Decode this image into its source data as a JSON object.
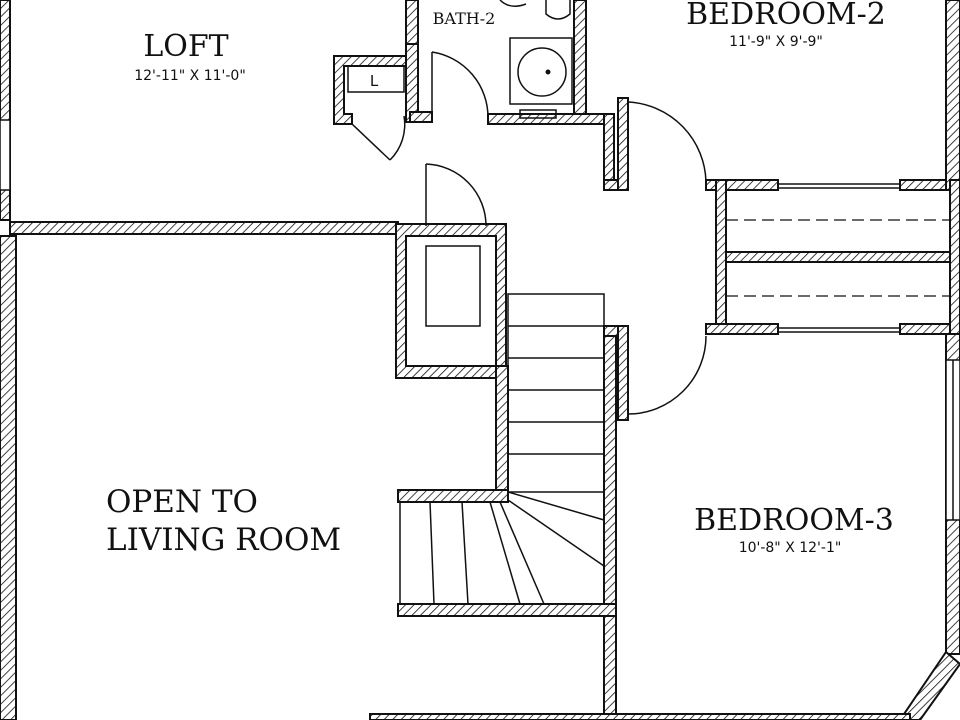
{
  "rooms": {
    "loft": {
      "name": "LOFT",
      "dims": "12'-11\" X 11'-0\""
    },
    "bath2": {
      "name": "BATH-2"
    },
    "bedroom2": {
      "name": "BEDROOM-2",
      "dims": "11'-9\" X 9'-9\""
    },
    "bedroom3": {
      "name": "BEDROOM-3",
      "dims": "10'-8\" X 12'-1\""
    },
    "open_to_living": {
      "line1": "OPEN TO",
      "line2": "LIVING ROOM"
    },
    "linen": {
      "label": "L"
    }
  },
  "colors": {
    "ink": "#111111",
    "paper": "#ffffff"
  }
}
